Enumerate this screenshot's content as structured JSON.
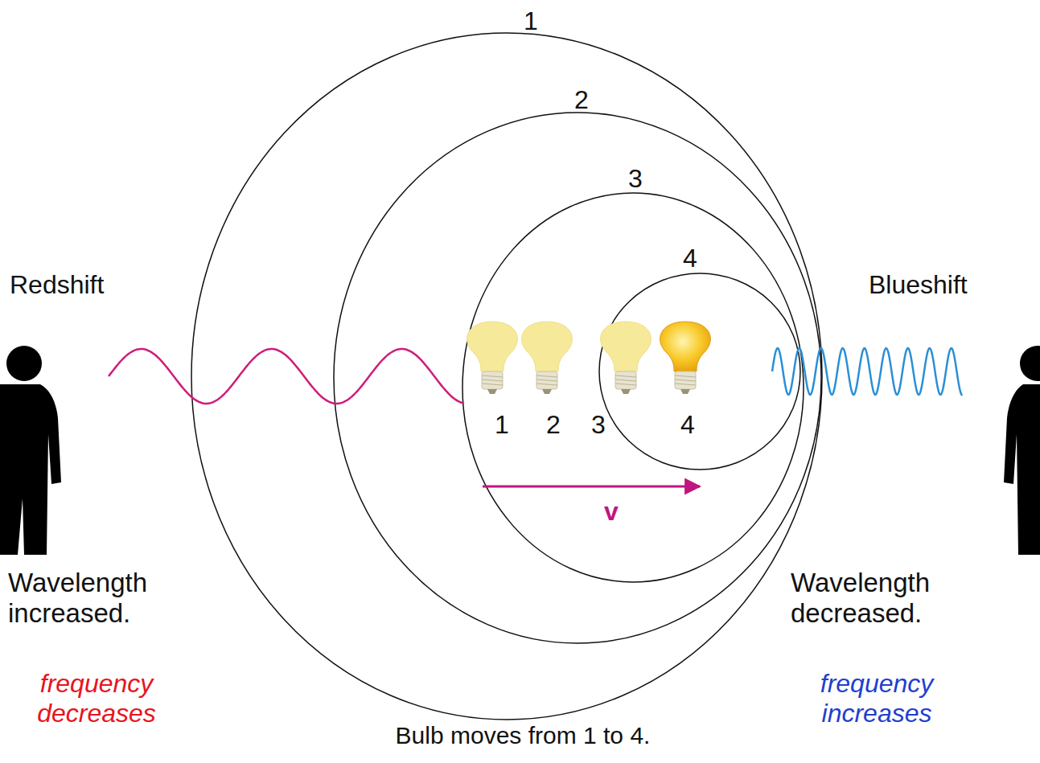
{
  "diagram": {
    "labels": [
      "1",
      "2",
      "3",
      "4",
      "Redshift",
      "Blueshift",
      "1",
      "2",
      "3",
      "4",
      "v",
      "Wavelength increased.",
      "Wavelength decreased.",
      "frequency decreases",
      "frequency increases",
      "Bulb moves from 1 to 4."
    ]
  }
}
